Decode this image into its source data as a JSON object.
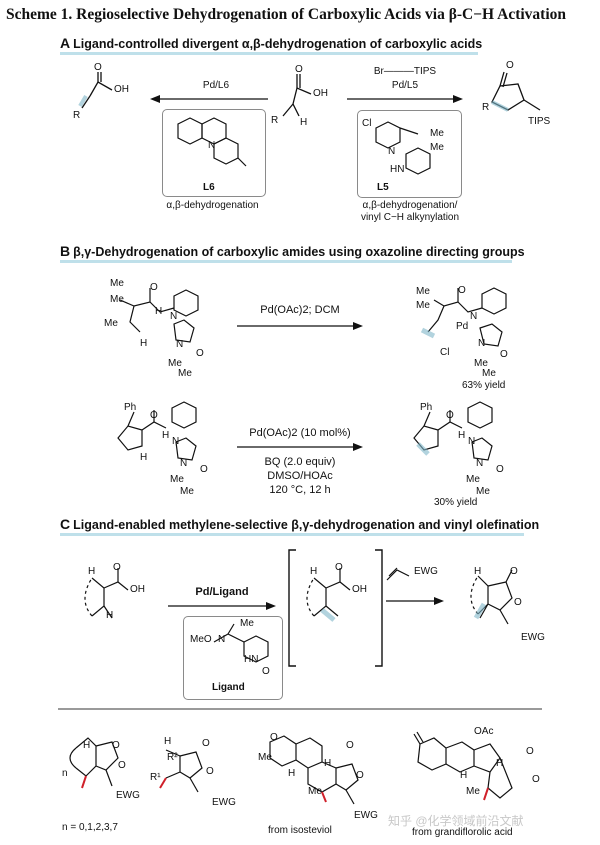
{
  "scheme": {
    "title": "Scheme 1. Regioselective Dehydrogenation of Carboxylic Acids via β-C−H Activation"
  },
  "section_a": {
    "letter": "A",
    "title": "Ligand-controlled divergent α,β-dehydrogenation of carboxylic acids",
    "left_reagent": "Pd/L6",
    "right_reagent_1": "Br———TIPS",
    "right_reagent_2": "Pd/L5",
    "ligand_left": "L6",
    "ligand_right": "L5",
    "caption_left": "α,β-dehydrogenation",
    "caption_right_1": "α,β-dehydrogenation/",
    "caption_right_2": "vinyl C−H alkynylation",
    "labels": {
      "oh": "OH",
      "r": "R",
      "h": "H",
      "o": "O",
      "tips": "TIPS",
      "n": "N",
      "cl": "Cl",
      "me": "Me",
      "hn": "HN"
    }
  },
  "section_b": {
    "letter": "B",
    "title": "β,γ-Dehydrogenation of carboxylic amides using oxazoline directing groups",
    "rxn1_conditions": "Pd(OAc)2; DCM",
    "rxn1_yield": "63% yield",
    "rxn2_conditions_1": "Pd(OAc)2 (10 mol%)",
    "rxn2_conditions_2": "BQ (2.0 equiv)",
    "rxn2_conditions_3": "DMSO/HOAc",
    "rxn2_conditions_4": "120 °C, 12 h",
    "rxn2_yield": "30% yield",
    "labels": {
      "me": "Me",
      "h": "H",
      "n": "N",
      "o": "O",
      "pd": "Pd",
      "cl": "Cl",
      "ph": "Ph"
    }
  },
  "section_c": {
    "letter": "C",
    "title": "Ligand-enabled methylene-selective β,γ-dehydrogenation and vinyl olefination",
    "reagent": "Pd/Ligand",
    "olefin": "EWG",
    "ligand_label": "Ligand",
    "ligand_meo": "MeO",
    "ligand_me": "Me",
    "ligand_hn": "HN",
    "labels": {
      "h": "H",
      "oh": "OH",
      "o": "O",
      "ewg": "EWG",
      "n": "N"
    }
  },
  "bottom": {
    "captions": [
      "n = 0,1,2,3,7",
      "from isosteviol",
      "from grandiflorolic acid"
    ],
    "labels": {
      "n": "n",
      "r2": "R²",
      "r1": "R¹",
      "h": "H",
      "o": "O",
      "ewg": "EWG",
      "me": "Me",
      "oac": "OAc"
    }
  },
  "watermark": "知乎 @化学领域前沿文献",
  "colors": {
    "highlight": "#bfe0ea",
    "box": "#8a8a8a",
    "red_bond": "#d0202a"
  }
}
